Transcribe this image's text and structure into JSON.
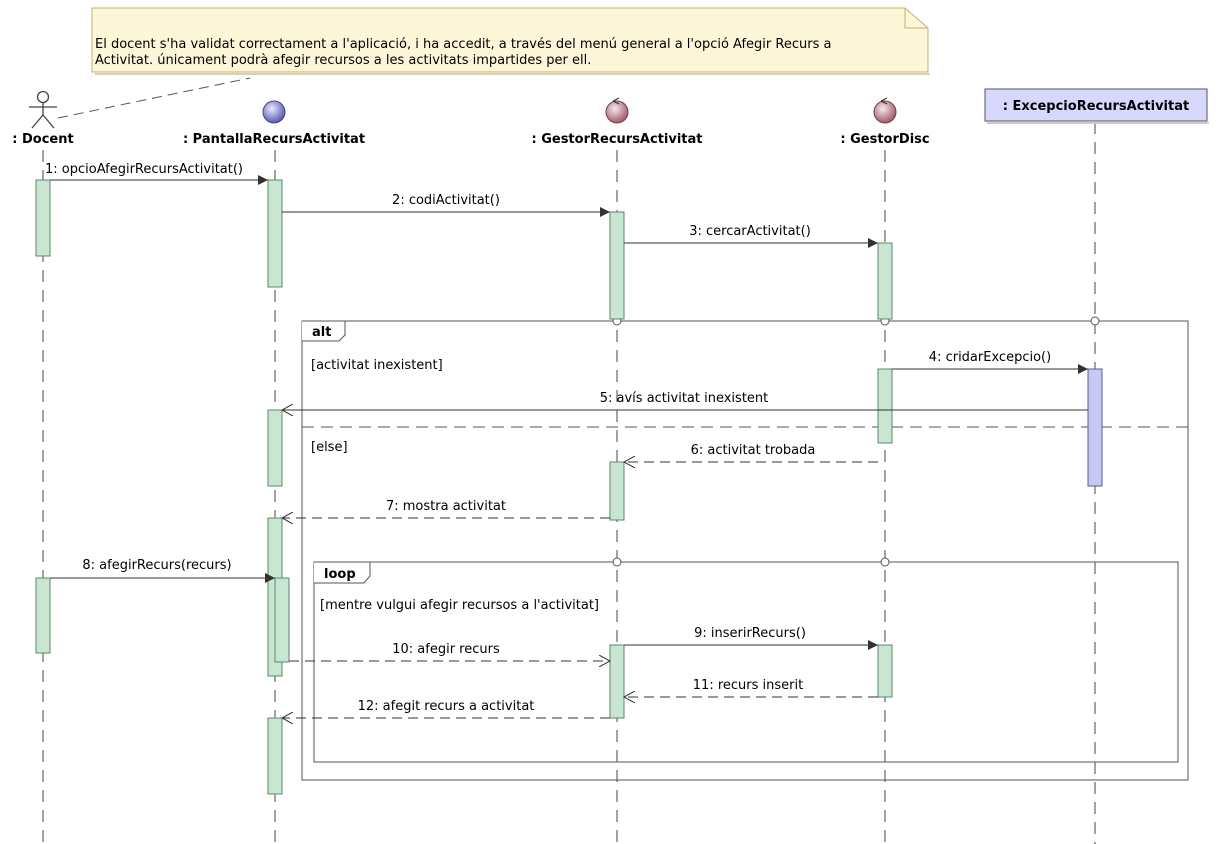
{
  "note": {
    "line1": "El docent s'ha validat correctament a l'aplicació, i ha accedit, a través del menú general a l'opció Afegir Recurs a",
    "line2": "Activitat. únicament podrà afegir recursos a les activitats impartides per ell."
  },
  "lifelines": {
    "docent": ": Docent",
    "pantalla": ": PantallaRecursActivitat",
    "gestor_recurs": ": GestorRecursActivitat",
    "gestor_disc": ": GestorDisc",
    "excepcio": ": ExcepcioRecursActivitat"
  },
  "messages": {
    "m1": "1: opcioAfegirRecursActivitat()",
    "m2": "2: codiActivitat()",
    "m3": "3: cercarActivitat()",
    "m4": "4: cridarExcepcio()",
    "m5": "5: avís activitat inexistent",
    "m6": "6: activitat trobada",
    "m7": "7: mostra activitat",
    "m8": "8: afegirRecurs(recurs)",
    "m9": "9: inserirRecurs()",
    "m10": "10: afegir recurs",
    "m11": "11: recurs inserit",
    "m12": "12: afegit recurs a activitat"
  },
  "fragments": {
    "alt_tag": "alt",
    "alt_guard1": "[activitat inexistent]",
    "alt_guard2": "[else]",
    "loop_tag": "loop",
    "loop_guard": "[mentre vulgui afegir recursos a l'activitat]"
  },
  "colors": {
    "activation": "#c8e6d2",
    "activation_stroke": "#5a8a6a",
    "excepcio_activation": "#c8c8f5",
    "excepcio_box": "#d8d8ff",
    "note_fill": "#fdf6d8",
    "note_stroke": "#c8b070"
  }
}
